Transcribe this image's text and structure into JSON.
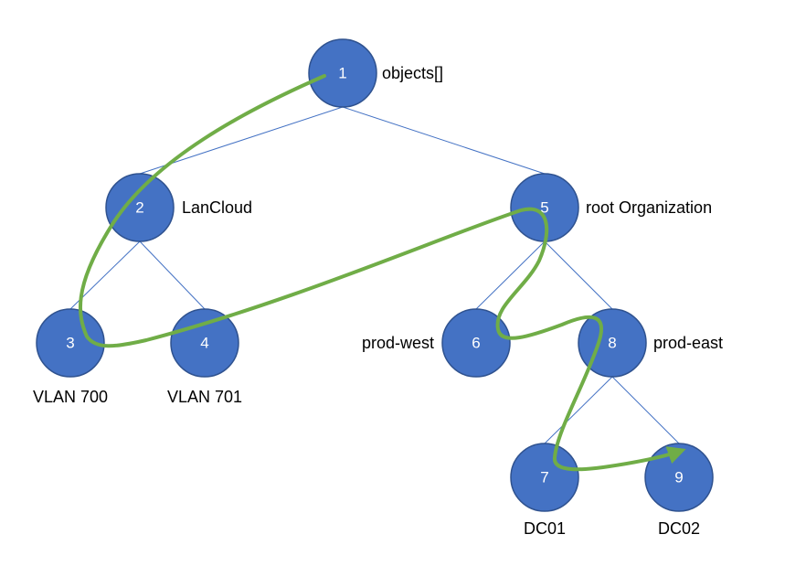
{
  "colors": {
    "node_fill": "#4472C4",
    "node_stroke": "#2F528F",
    "node_text": "#FFFFFF",
    "edge": "#4472C4",
    "path": "#70AD47"
  },
  "nodes": [
    {
      "id": "1",
      "label": "1",
      "caption": "objects[]"
    },
    {
      "id": "2",
      "label": "2",
      "caption": "LanCloud"
    },
    {
      "id": "3",
      "label": "3",
      "caption": "VLAN 700"
    },
    {
      "id": "4",
      "label": "4",
      "caption": "VLAN 701"
    },
    {
      "id": "5",
      "label": "5",
      "caption": "root Organization"
    },
    {
      "id": "6",
      "label": "6",
      "caption": "prod-west"
    },
    {
      "id": "7",
      "label": "7",
      "caption": "DC01"
    },
    {
      "id": "8",
      "label": "8",
      "caption": "prod-east"
    },
    {
      "id": "9",
      "label": "9",
      "caption": "DC02"
    }
  ],
  "edges": [
    {
      "from": "1",
      "to": "2"
    },
    {
      "from": "1",
      "to": "5"
    },
    {
      "from": "2",
      "to": "3"
    },
    {
      "from": "2",
      "to": "4"
    },
    {
      "from": "5",
      "to": "6"
    },
    {
      "from": "5",
      "to": "8"
    },
    {
      "from": "8",
      "to": "7"
    },
    {
      "from": "8",
      "to": "9"
    }
  ],
  "traversal_order": [
    "1",
    "2",
    "3",
    "5",
    "6",
    "8",
    "7",
    "9"
  ]
}
